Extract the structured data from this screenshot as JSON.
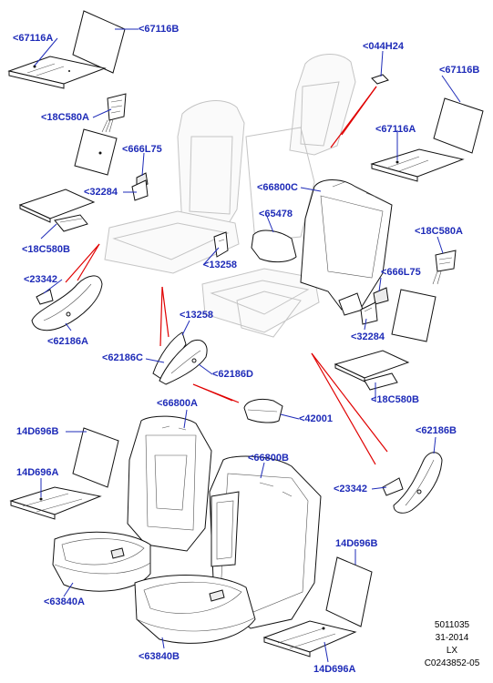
{
  "labels": {
    "l01": "<67116A",
    "l02": "<67116B",
    "l03": "<044H24",
    "l04": "<67116B",
    "l05": "<18C580A",
    "l06": "<67116A",
    "l07": "<666L75",
    "l08": "<32284",
    "l09": "<66800C",
    "l10": "<65478",
    "l11": "<18C580A",
    "l12": "<18C580B",
    "l13": "<13258",
    "l14": "<666L75",
    "l15": "<23342",
    "l16": "<13258",
    "l17": "<62186A",
    "l18": "<32284",
    "l19": "<62186C",
    "l20": "<62186D",
    "l21": "<18C580B",
    "l22": "<66800A",
    "l23": "<42001",
    "l24": "<62186B",
    "l25": "14D696B",
    "l26": "<66800B",
    "l27": "14D696A",
    "l28": "<23342",
    "l29": "<63840A",
    "l30": "14D696B",
    "l31": "<63840B",
    "l32": "14D696A"
  },
  "reference": {
    "line1": "5011035",
    "line2": "31-2014",
    "line3": "LX",
    "line4": "C0243852-05"
  },
  "colors": {
    "label": "#1e2bb8",
    "reference_lines": "#e00000",
    "part_outline": "#111111",
    "ghost_outline": "#c4c4c4"
  }
}
